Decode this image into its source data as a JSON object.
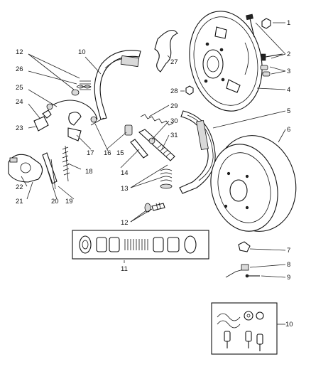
{
  "callouts": {
    "c1": "1",
    "c2": "2",
    "c3": "3",
    "c4": "4",
    "c5": "5",
    "c6": "6",
    "c7": "7",
    "c8": "8",
    "c9": "9",
    "c10_box": "10",
    "c10": "10",
    "c11": "11",
    "c12a": "12",
    "c12b": "12",
    "c13": "13",
    "c14": "14",
    "c15": "15",
    "c16": "16",
    "c17": "17",
    "c18": "18",
    "c19": "19",
    "c20": "20",
    "c21": "21",
    "c22": "22",
    "c23": "23",
    "c24": "24",
    "c25": "25",
    "c26": "26",
    "c27": "27",
    "c28": "28",
    "c29": "29",
    "c30": "30",
    "c31": "31"
  }
}
